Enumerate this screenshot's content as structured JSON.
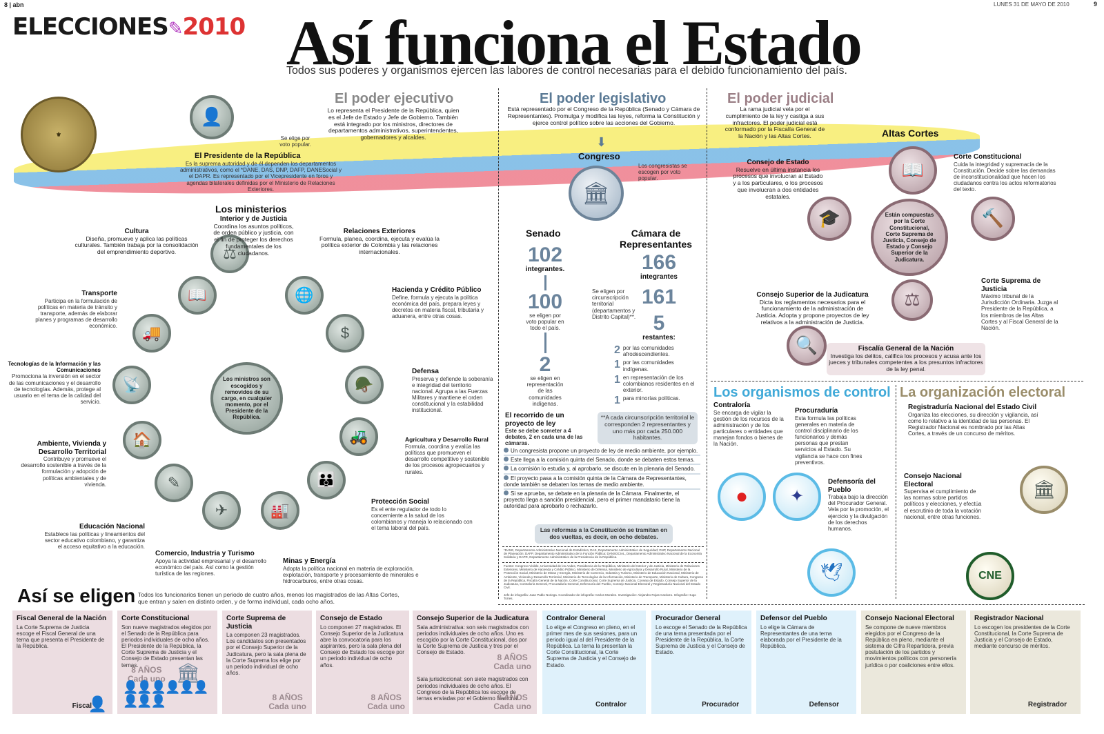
{
  "header": {
    "page_left": "8",
    "brand": "abn",
    "banner_word": "ELECCIONES",
    "banner_year": "2010",
    "date": "LUNES 31 DE MAYO DE 2010",
    "page_right": "9",
    "title": "Así funciona el Estado",
    "subtitle": "Todos sus poderes y organismos ejercen las labores de control necesarias para el debido funcionamiento del país."
  },
  "ejecutivo": {
    "heading": "El poder ejecutivo",
    "intro": "Lo representa el Presidente de la República, quien es el Jefe de Estado y Jefe de Gobierno. También está integrado por los ministros, directores de departamentos administrativos, superintendentes, gobernadores y alcaldes.",
    "vote_note": "Se elige por voto popular.",
    "president_title": "El Presidente de la República",
    "president_text": "Es la suprema autoridad y de él dependen los departamentos administrativos, como el *DANE, DAS, DNP, DAFP, DANESocial y el DAPR. Es representado por el Vicepresidente en foros y agendas bilaterales definidas por el Ministerio de Relaciones Exteriores.",
    "ministries_heading": "Los ministerios",
    "center_text": "Los ministros son escogidos y removidos de su cargo, en cualquier momento, por el Presidente de la República.",
    "ministries": [
      {
        "name": "Interior y de Justicia",
        "text": "Coordina los asuntos políticos, de orden público y justicia, con el fin de proteger los derechos fundamentales de los ciudadanos.",
        "icon": "scales-people-icon"
      },
      {
        "name": "Cultura",
        "text": "Diseña, promueve y aplica las políticas culturales. También trabaja por la consolidación del emprendimiento deportivo.",
        "icon": "book-ball-icon"
      },
      {
        "name": "Relaciones Exteriores",
        "text": "Formula, planea, coordina, ejecuta y evalúa la política exterior de Colombia y las relaciones internacionales.",
        "icon": "globe-icon"
      },
      {
        "name": "Transporte",
        "text": "Participa en la formulación de políticas en materia de tránsito y transporte, además de elaborar planes y programas de desarrollo económico.",
        "icon": "truck-icon"
      },
      {
        "name": "Hacienda y Crédito Público",
        "text": "Define, formula y ejecuta la política económica del país, prepara leyes y decretos en materia fiscal, tributaria y aduanera, entre otras cosas.",
        "icon": "dollar-map-icon"
      },
      {
        "name": "Tecnologías de la Información y las Comunicaciones",
        "text": "Promociona la inversión en el sector de las comunicaciones y el desarrollo de tecnologías. Además, protege al usuario en el tema de la calidad del servicio.",
        "icon": "satellite-dish-icon"
      },
      {
        "name": "Defensa",
        "text": "Preserva y defiende la soberanía e integridad del territorio nacional. Agrupa a las Fuerzas Militares y mantiene el orden constitucional y la estabilidad institucional.",
        "icon": "soldier-map-icon"
      },
      {
        "name": "Ambiente, Vivienda y Desarrollo Territorial",
        "text": "Contribuye y promueve el desarrollo sostenible a través de la formulación y adopción de políticas ambientales y de vivienda.",
        "icon": "house-icon"
      },
      {
        "name": "Agricultura y Desarrollo Rural",
        "text": "Formula, coordina y evalúa las políticas que promueven el desarrollo competitivo y sostenible de los procesos agropecuarios y rurales.",
        "icon": "tractor-icon"
      },
      {
        "name": "Educación Nacional",
        "text": "Establece las políticas y lineamientos del sector educativo colombiano, y garantiza el acceso equitativo a la educación.",
        "icon": "pencil-dollar-icon"
      },
      {
        "name": "Protección Social",
        "text": "Es el ente regulador de todo lo concerniente a la salud de los colombianos y maneja lo relacionado con el tema laboral del país.",
        "icon": "family-hand-icon"
      },
      {
        "name": "Comercio, Industria y Turismo",
        "text": "Apoya la actividad empresarial y el desarrollo económico del país. Así como la gestión turística de las regiones.",
        "icon": "plane-dollar-icon"
      },
      {
        "name": "Minas y Energía",
        "text": "Adopta la política nacional en materia de exploración, explotación, transporte y procesamiento de minerales e hidrocarburos, entre otras cosas.",
        "icon": "refinery-icon"
      }
    ]
  },
  "legislativo": {
    "heading": "El poder legislativo",
    "intro": "Está representado por el Congreso de la República (Senado y Cámara de Representantes). Promulga y modifica las leyes, reforma la Constitución y ejerce control político sobre las acciones del Gobierno.",
    "congreso": "Congreso",
    "congreso_note": "Los congresistas se escogen por voto popular.",
    "senado": {
      "title": "Senado",
      "total": "102",
      "total_label": "integrantes.",
      "a_num": "100",
      "a_text": "se eligen por voto popular en todo el país.",
      "b_num": "2",
      "b_text": "se eligen en representación de las comunidades indígenas."
    },
    "camara": {
      "title": "Cámara de Representantes",
      "total": "166",
      "total_label": "integrantes",
      "terr_num": "161",
      "terr_text": "Se eligen por circunscripción territorial (departamentos y Distrito Capital)**.",
      "rest_num": "5",
      "rest_label": "restantes:",
      "rest": [
        {
          "n": "2",
          "t": "por las comunidades afrodescendientes."
        },
        {
          "n": "1",
          "t": "por las comunidades indígenas."
        },
        {
          "n": "1",
          "t": "en representación de los colombianos residentes en el exterior."
        },
        {
          "n": "1",
          "t": "para minorías políticas."
        }
      ],
      "note": "**A cada circunscripción territorial le corresponden 2 representantes y uno más por cada 250.000 habitantes."
    },
    "recorrido": {
      "title": "El recorrido de un proyecto de ley",
      "sub": "Este se debe someter a 4 debates, 2 en cada una de las cámaras.",
      "steps": [
        "Un congresista propone un proyecto de ley de medio ambiente, por ejemplo.",
        "Este llega a la comisión quinta del Senado, donde se debaten estos temas.",
        "La comisión lo estudia y, al aprobarlo, se discute en la plenaria del Senado.",
        "El proyecto pasa a la comisión quinta de la Cámara de Representantes, donde también se debaten los temas de medio ambiente.",
        "Si se aprueba, se debate en la plenaria de la Cámara. Finalmente, el proyecto llega a sanción presidencial, pero el primer mandatario tiene la autoridad para aprobarlo o rechazarlo."
      ],
      "reform_note": "Las reformas a la Constitución se tramitan en dos vueltas, es decir, en ocho debates."
    },
    "footnote": "*DANE, Departamento Administrativo Nacional de Estadística; DAS, Departamento Administrativo de Seguridad; DNP, Departamento Nacional de Planeación; DAFP, Departamento Administrativo de la Función Pública; DANSOCIAL, Departamento Administrativo Nacional de la Economía Solidaria y DAPR, Departamento Administrativo de la Presidencia de la República.",
    "sources": "Fuente: Congreso Visible, Universidad de los Andes, Presidencia de la República, Ministerio del Interior y de Justicia, Ministerio de Relaciones Exteriores, Ministerio de Hacienda y Crédito Público, Ministerio de Defensa, Ministerio de Agricultura y Desarrollo Rural, Ministerio de la Protección Social, Ministerio de Minas y Energía, Ministerio de Comercio, Industria y Turismo, Ministerio de Educación Nacional, Ministerio de Ambiente, Vivienda y Desarrollo Territorial, Ministerio de Tecnologías de la Información, Ministerio de Transporte, Ministerio de Cultura, Congreso de la República, Fiscalía General de la Nación, Corte Constitucional, Corte Suprema de Justicia, Consejo de Estado, Consejo Superior de la Judicatura, Contraloría General, Procuraduría General, Defensoría del Pueblo, Consejo Nacional Electoral y Registraduría Nacional del Estado Civil.",
    "credits": "Jefe de infografía: Juan Pablo Noriega. Coordinador de infografía: Carlos Morales. Investigación: Alejandro Rojas Cardozo. Infografía: Hugo Torres."
  },
  "judicial": {
    "heading": "El poder judicial",
    "intro": "La rama judicial vela por el cumplimiento de la ley y castiga a sus infractores. El poder judicial está conformado por la Fiscalía General de la Nación y las Altas Cortes.",
    "altas_cortes": "Altas Cortes",
    "center_text": "Están compuestas por la Corte Constitucional, Corte Suprema de Justicia, Consejo de Estado y Consejo Superior de la Judicatura.",
    "bodies": [
      {
        "name": "Consejo de Estado",
        "text": "Resuelve en última instancia los procesos que involucran al Estado y a los particulares, o los procesos que involucran a dos entidades estatales."
      },
      {
        "name": "Corte Constitucional",
        "text": "Cuida la integridad y supremacía de la Constitución. Decide sobre las demandas de inconstitucionalidad que hacen los ciudadanos contra los actos reformatorios del texto."
      },
      {
        "name": "Corte Suprema de Justicia",
        "text": "Máximo tribunal de la Jurisdicción Ordinaria. Juzga al Presidente de la República, a los miembros de las Altas Cortes y al Fiscal General de la Nación."
      },
      {
        "name": "Consejo Superior de la Judicatura",
        "text": "Dicta los reglamentos necesarios para el funcionamiento de la administración de Justicia. Adopta y propone proyectos de ley relativos a la administración de Justicia."
      },
      {
        "name": "Fiscalía General de la Nación",
        "text": "Investiga los delitos, califica los procesos y acusa ante los jueces y tribunales competentes a los presuntos infractores de la ley penal."
      }
    ]
  },
  "control": {
    "heading": "Los organismos de control",
    "bodies": [
      {
        "name": "Contraloría",
        "text": "Se encarga de vigilar la gestión de los recursos de la administración y de los particulares o entidades que manejan fondos o bienes de la Nación."
      },
      {
        "name": "Procuraduría",
        "text": "Esta formula las políticas generales en materia de control disciplinario de los funcionarios y demás personas que prestan servicios al Estado. Su vigilancia se hace con fines preventivos."
      },
      {
        "name": "Defensoría del Pueblo",
        "text": "Trabaja bajo la dirección del Procurador General. Vela por la promoción, el ejercicio y la divulgación de los derechos humanos."
      }
    ]
  },
  "electoral": {
    "heading": "La organización electoral",
    "bodies": [
      {
        "name": "Registraduría Nacional del Estado Civil",
        "text": "Organiza las elecciones, su dirección y vigilancia, así como lo relativo a la identidad de las personas. El Registrador Nacional es nombrado por las Altas Cortes, a través de un concurso de méritos."
      },
      {
        "name": "Consejo Nacional Electoral",
        "text": "Supervisa el cumplimiento de las normas sobre partidos políticos y elecciones, y efectúa el escrutinio de toda la votación nacional, entre otras funciones."
      }
    ]
  },
  "eligen": {
    "heading": "Así se eligen",
    "intro": "Todos los funcionarios tienen un periodo de cuatro años, menos los magistrados de las Altas Cortes, que entran y salen en distinto orden, y de forma individual, cada ocho años.",
    "term_label": "8 AÑOS",
    "term_sub": "Cada uno",
    "cards": [
      {
        "title": "Fiscal General de la Nación",
        "text": "La Corte Suprema de Justicia escoge el Fiscal General de una terna que presenta el Presidente de la República.",
        "tag": "Fiscal",
        "color": "pink"
      },
      {
        "title": "Corte Constitucional",
        "text": "Son nueve magistrados elegidos por el Senado de la República para periodos individuales de ocho años. El Presidente de la República, la Corte Suprema de Justicia y el Consejo de Estado presentan las ternas.",
        "tag": "",
        "color": "pink"
      },
      {
        "title": "Corte Suprema de Justicia",
        "text": "La componen 23 magistrados. Los candidatos son presentados por el Consejo Superior de la Judicatura, pero la sala plena de la Corte Suprema los elige por un periodo individual de ocho años.",
        "tag": "",
        "color": "pink"
      },
      {
        "title": "Consejo de Estado",
        "text": "Lo componen 27 magistrados. El Consejo Superior de la Judicatura abre la convocatoria para los aspirantes, pero la sala plena del Consejo de Estado los escoge por un periodo individual de ocho años.",
        "tag": "",
        "color": "pink"
      },
      {
        "title": "Consejo Superior de la Judicatura",
        "text": "Sala administrativa: son seis magistrados con periodos individuales de ocho años. Uno es escogido por la Corte Constitucional, dos por la Corte Suprema de Justicia y tres por el Consejo de Estado.",
        "text2": "Sala jurisdiccional: son siete magistrados con periodos individuales de ocho años. El Congreso de la República los escoge de ternas enviadas por el Gobierno Nacional.",
        "tag": "",
        "color": "pink"
      },
      {
        "title": "Contralor General",
        "text": "Lo elige el Congreso en pleno, en el primer mes de sus sesiones, para un periodo igual al del Presidente de la República. La terna la presentan la Corte Constitucional, la Corte Suprema de Justicia y el Consejo de Estado.",
        "tag": "Contralor",
        "color": "blue"
      },
      {
        "title": "Procurador General",
        "text": "Lo escoge el Senado de la República de una terna presentada por el Presidente de la República, la Corte Suprema de Justicia y el Consejo de Estado.",
        "tag": "Procurador",
        "color": "blue"
      },
      {
        "title": "Defensor del Pueblo",
        "text": "Lo elige la Cámara de Representantes de una terna elaborada por el Presidente de la República.",
        "tag": "Defensor",
        "color": "blue"
      },
      {
        "title": "Consejo Nacional Electoral",
        "text": "Se compone de nueve miembros elegidos por el Congreso de la República en pleno, mediante el sistema de Cifra Repartidora, previa postulación de los partidos y movimientos políticos con personería jurídica o por coaliciones entre ellos.",
        "tag": "",
        "color": "beige"
      },
      {
        "title": "Registrador Nacional",
        "text": "Lo escogen los presidentes de la Corte Constitucional, la Corte Suprema de Justicia y el Consejo de Estado, mediante concurso de méritos.",
        "tag": "Registrador",
        "color": "beige"
      }
    ]
  },
  "colors": {
    "flag_yellow": "#f3e21a",
    "flag_blue": "#2a8fd6",
    "flag_red": "#e3344a",
    "ejecutivo": "#8a8a8a",
    "legislativo": "#5b7a95",
    "judicial": "#9b7f86",
    "control": "#3fa9d8",
    "electoral": "#9a8d6a"
  }
}
